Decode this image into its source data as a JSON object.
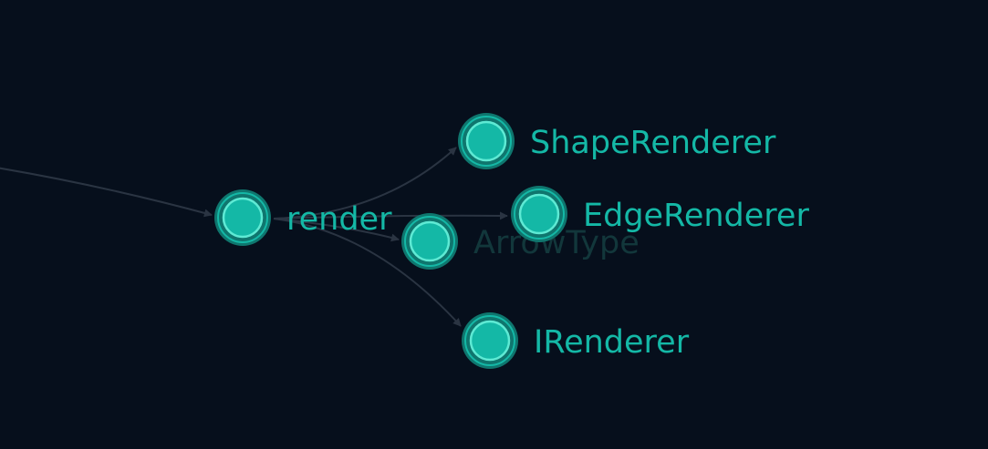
{
  "colors": {
    "background": "#060f1c",
    "node_fill": "#14b8a6",
    "node_ring": "#0f766e",
    "node_highlight": "#5eead4",
    "label": "#14b8a6",
    "label_dimmed": "#12373b",
    "edge": "#2a3442"
  },
  "graph": {
    "nodes": [
      {
        "id": "render",
        "label": "render",
        "dimmed": false
      },
      {
        "id": "arrowtype",
        "label": "ArrowType",
        "dimmed": true
      },
      {
        "id": "shaperenderer",
        "label": "ShapeRenderer",
        "dimmed": false
      },
      {
        "id": "edgerenderer",
        "label": "EdgeRenderer",
        "dimmed": false
      },
      {
        "id": "irenderer",
        "label": "IRenderer",
        "dimmed": false
      }
    ],
    "edges": [
      {
        "from": "offscreen-left",
        "to": "render"
      },
      {
        "from": "render",
        "to": "shaperenderer"
      },
      {
        "from": "render",
        "to": "edgerenderer"
      },
      {
        "from": "render",
        "to": "arrowtype"
      },
      {
        "from": "render",
        "to": "irenderer"
      }
    ]
  }
}
